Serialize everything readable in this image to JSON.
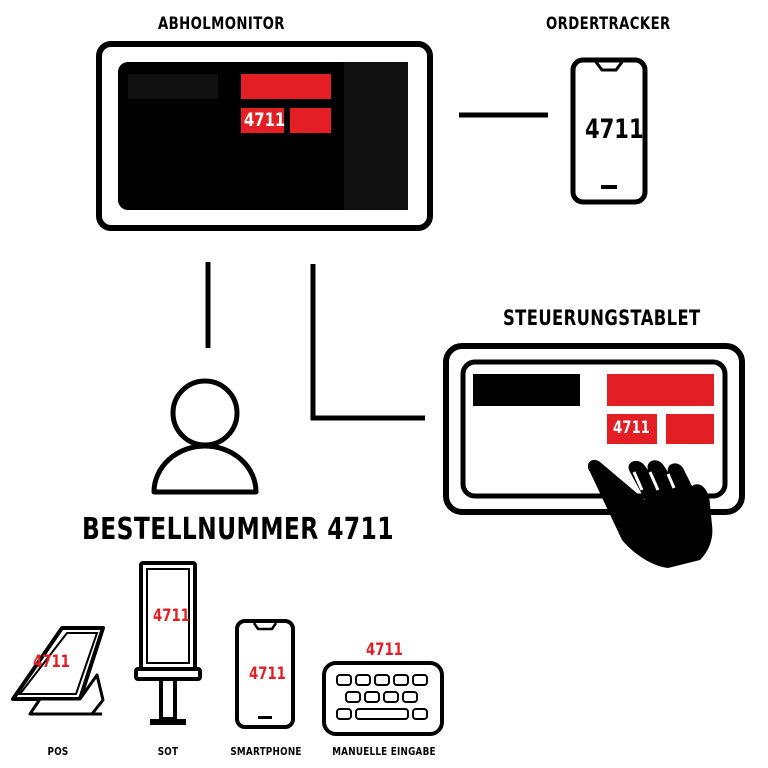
{
  "colors": {
    "accent": "#e31e24",
    "ink": "#000000",
    "background": "#ffffff"
  },
  "abholmonitor": {
    "title": "ABHOLMONITOR",
    "order_number": "4711"
  },
  "ordertracker": {
    "title": "ORDERTRACKER",
    "order_number": "4711"
  },
  "steuerungstablet": {
    "title": "STEUERUNGSTABLET",
    "order_number": "4711"
  },
  "customer": {
    "caption": "BESTELLNUMMER 4711",
    "icon": "person-icon"
  },
  "devices": [
    {
      "label": "POS",
      "order_number": "4711",
      "icon": "pos-terminal-icon"
    },
    {
      "label": "SOT",
      "order_number": "4711",
      "icon": "kiosk-icon"
    },
    {
      "label": "SMARTPHONE",
      "order_number": "4711",
      "icon": "smartphone-icon"
    },
    {
      "label": "MANUELLE EINGABE",
      "order_number": "4711",
      "icon": "keyboard-icon"
    }
  ]
}
